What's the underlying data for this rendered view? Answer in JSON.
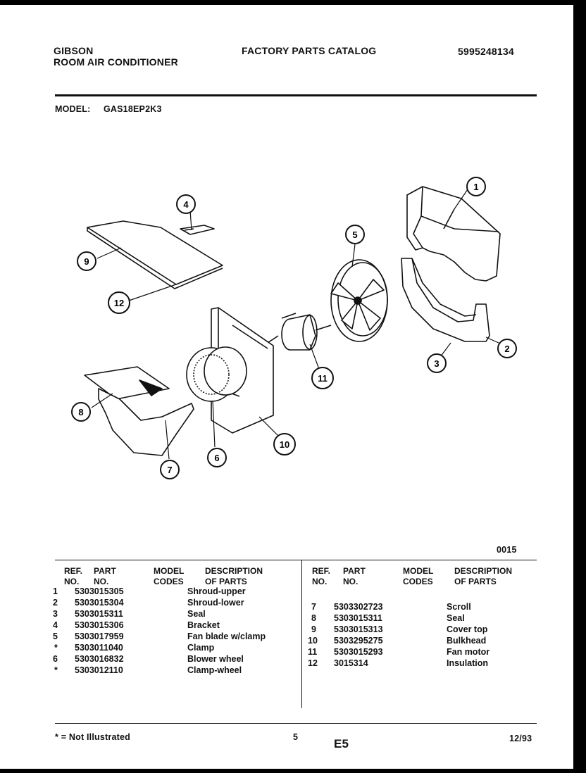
{
  "header": {
    "brand": "GIBSON",
    "product": "ROOM AIR CONDITIONER",
    "catalog_title": "FACTORY PARTS CATALOG",
    "catalog_number": "5995248134",
    "model_label": "MODEL:",
    "model_value": "GAS18EP2K3"
  },
  "diagram": {
    "callouts": [
      "1",
      "2",
      "3",
      "4",
      "5",
      "6",
      "7",
      "8",
      "9",
      "10",
      "11",
      "12"
    ],
    "figure_code": "0015"
  },
  "table": {
    "headers": {
      "ref_no": [
        "REF.",
        "NO."
      ],
      "part_no": [
        "PART",
        "NO."
      ],
      "model_codes": [
        "MODEL",
        "CODES"
      ],
      "description": [
        "DESCRIPTION",
        "OF PARTS"
      ]
    },
    "left_rows": [
      {
        "ref": "1",
        "part": "5303015305",
        "desc": "Shroud-upper"
      },
      {
        "ref": "2",
        "part": "5303015304",
        "desc": "Shroud-lower"
      },
      {
        "ref": "3",
        "part": "5303015311",
        "desc": "Seal"
      },
      {
        "ref": "4",
        "part": "5303015306",
        "desc": "Bracket"
      },
      {
        "ref": "5",
        "part": "5303017959",
        "desc": "Fan blade w/clamp"
      },
      {
        "ref": "*",
        "part": "5303011040",
        "desc": "Clamp"
      },
      {
        "ref": "6",
        "part": "5303016832",
        "desc": "Blower wheel"
      },
      {
        "ref": "*",
        "part": "5303012110",
        "desc": "Clamp-wheel"
      }
    ],
    "right_rows": [
      {
        "ref": "7",
        "part": "5303302723",
        "desc": "Scroll"
      },
      {
        "ref": "8",
        "part": "5303015311",
        "desc": "Seal"
      },
      {
        "ref": "9",
        "part": "5303015313",
        "desc": "Cover top"
      },
      {
        "ref": "10",
        "part": "5303295275",
        "desc": "Bulkhead"
      },
      {
        "ref": "11",
        "part": "5303015293",
        "desc": "Fan motor"
      },
      {
        "ref": "12",
        "part": "3015314",
        "desc": "Insulation"
      }
    ]
  },
  "footer": {
    "note": "* = Not Illustrated",
    "page_number": "5",
    "section_code": "E5",
    "date": "12/93"
  }
}
